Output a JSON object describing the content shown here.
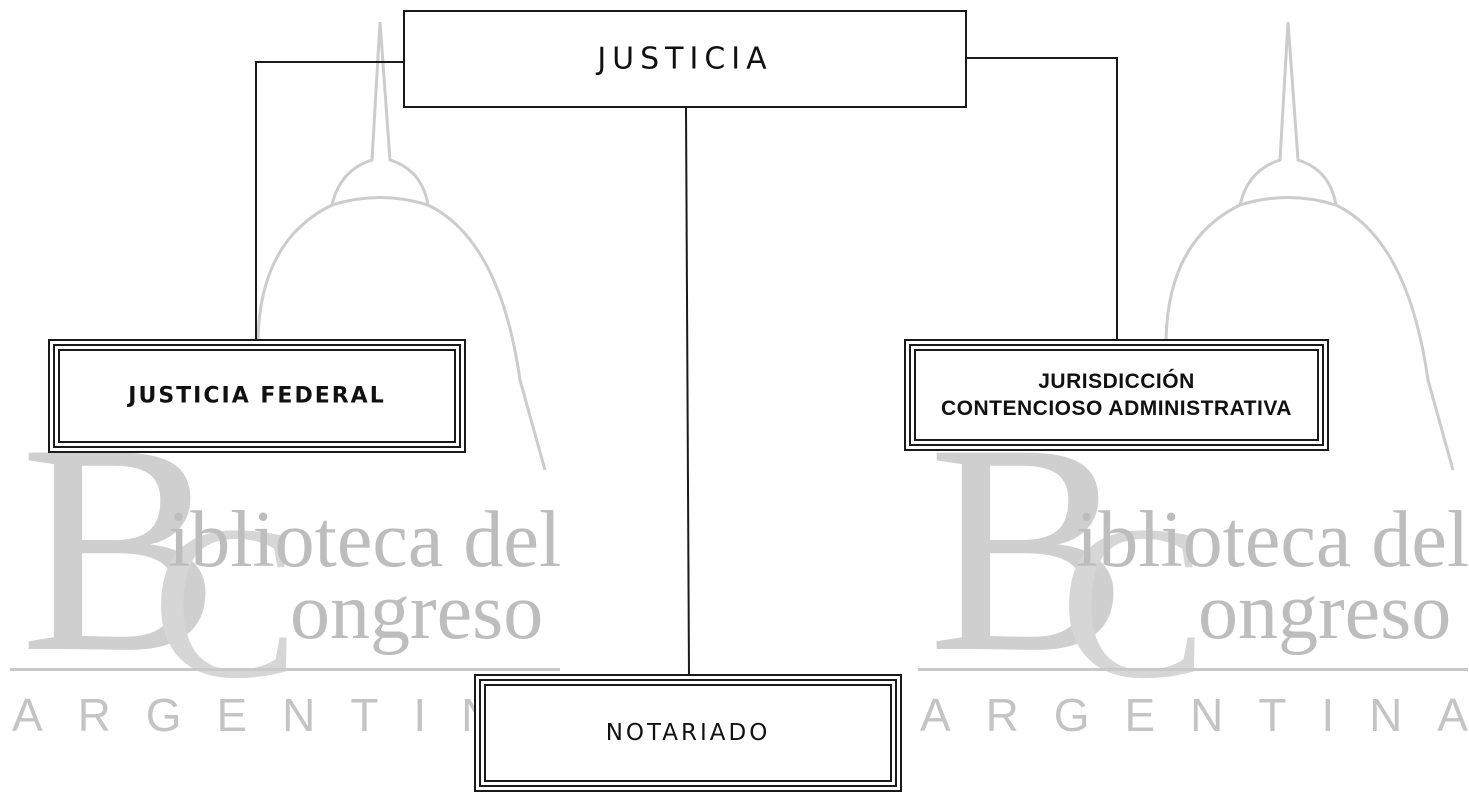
{
  "watermark": {
    "logo_letters": {
      "big": "B",
      "curve": "C"
    },
    "line1": "iblioteca del",
    "line2": "ongreso",
    "country": [
      "A",
      "R",
      "G",
      "E",
      "N",
      "T",
      "I",
      "N",
      "A"
    ],
    "color": "#c8c8c8"
  },
  "diagram": {
    "root": "JUSTICIA",
    "children": {
      "federal": "JUSTICIA FEDERAL",
      "jurisdiccion_line1": "JURISDICCIÓN",
      "jurisdiccion_line2": "CONTENCIOSO ADMINISTRATIVA",
      "notariado": "NOTARIADO"
    },
    "line_color": "#1a1a1a"
  }
}
